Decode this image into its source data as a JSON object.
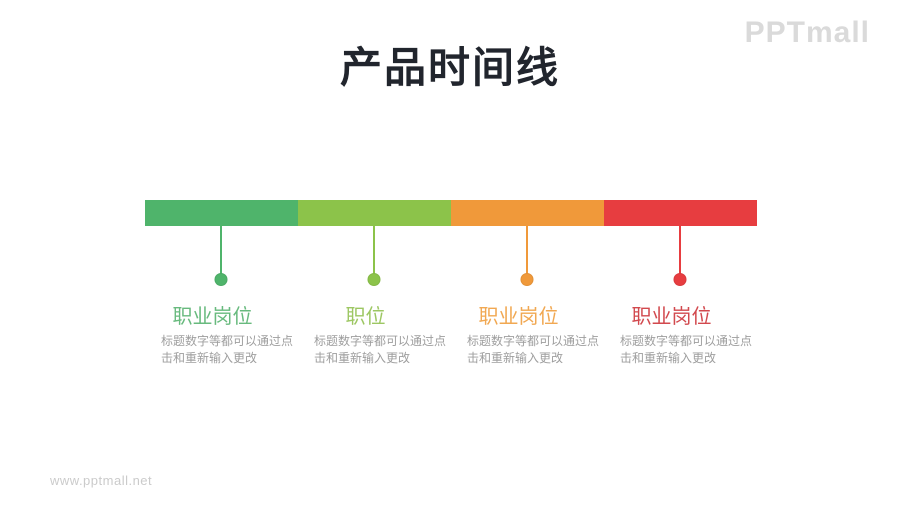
{
  "page": {
    "title": "产品时间线",
    "brand": "PPTmall",
    "watermark": "www.pptmall.net",
    "background_color": "#ffffff",
    "title_color": "#21252d"
  },
  "timeline": {
    "desc_color": "#9e9e9e",
    "items": [
      {
        "label": "职业岗位",
        "segment_color": "#4fb46b",
        "label_color": "#68ba7e",
        "desc_lines": [
          "标题数字等都可以通过点",
          "击和重新输入更改"
        ]
      },
      {
        "label": "职位",
        "segment_color": "#8cc34a",
        "label_color": "#9dc763",
        "desc_lines": [
          "标题数字等都可以通过点",
          "击和重新输入更改"
        ]
      },
      {
        "label": "职业岗位",
        "segment_color": "#f0993a",
        "label_color": "#f1a852",
        "desc_lines": [
          "标题数字等都可以通过点",
          "击和重新输入更改"
        ]
      },
      {
        "label": "职业岗位",
        "segment_color": "#e73d40",
        "label_color": "#d2494e",
        "desc_lines": [
          "标题数字等都可以通过点",
          "击和重新输入更改"
        ]
      }
    ]
  }
}
